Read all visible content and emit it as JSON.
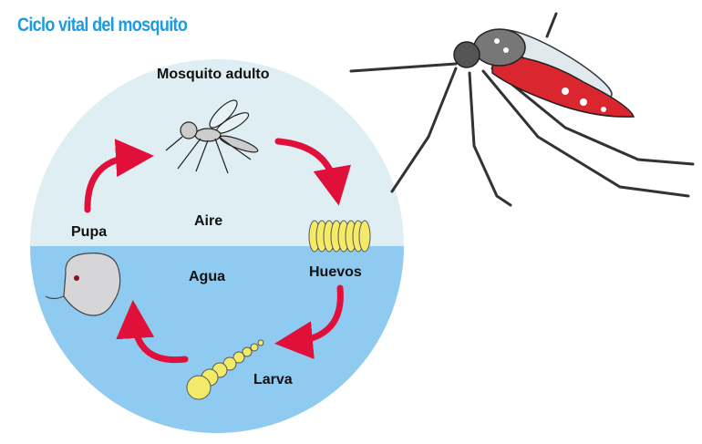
{
  "title": "Ciclo vital del mosquito",
  "stages": {
    "adult": "Mosquito adulto",
    "eggs": "Huevos",
    "larva": "Larva",
    "pupa": "Pupa"
  },
  "zones": {
    "air": "Aire",
    "water": "Agua"
  },
  "colors": {
    "title": "#1e9be0",
    "air": "#dfeef2",
    "water": "#8fcbf0",
    "arrow": "#e0103a",
    "eggs": "#f3ea6a"
  }
}
